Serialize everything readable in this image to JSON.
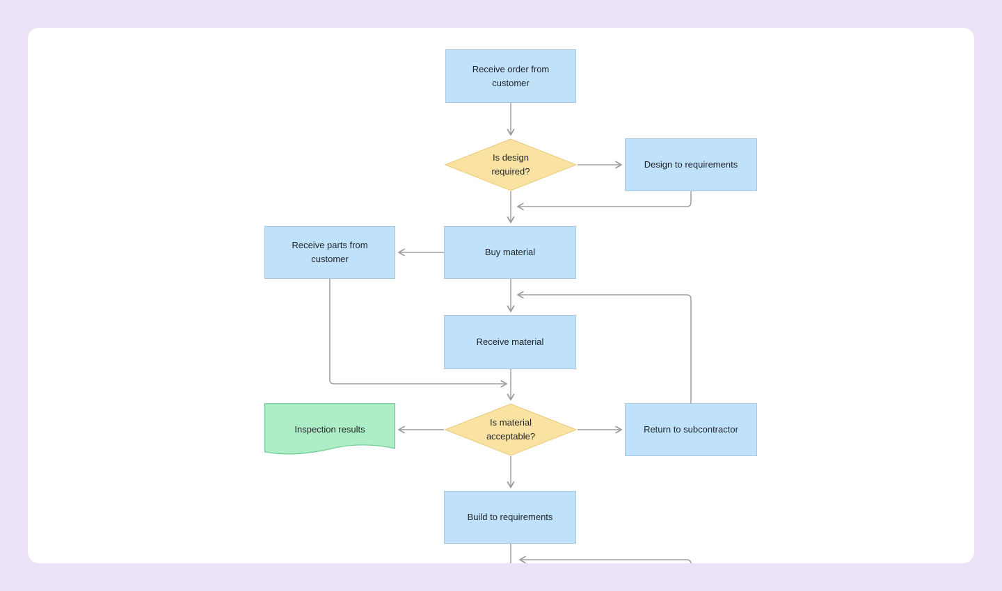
{
  "app": {
    "background_color": "#ede3f8",
    "canvas_color": "#ffffff"
  },
  "palette": {
    "process_fill": "#bfe1fa",
    "process_border": "#a5c9e4",
    "decision_fill": "#fae3a2",
    "decision_border": "#eccd81",
    "document_fill": "#aeeec6",
    "document_border": "#6fcb96",
    "connector": "#9e9e9e",
    "text": "#1e2228"
  },
  "diagram": {
    "nodes": [
      {
        "id": "receive-order",
        "type": "process",
        "label": "Receive order from customer"
      },
      {
        "id": "is-design-required",
        "type": "decision",
        "label": "Is design required?"
      },
      {
        "id": "design-to-requirements",
        "type": "process",
        "label": "Design to requirements"
      },
      {
        "id": "buy-material",
        "type": "process",
        "label": "Buy material"
      },
      {
        "id": "receive-parts",
        "type": "process",
        "label": "Receive parts from customer"
      },
      {
        "id": "receive-material",
        "type": "process",
        "label": "Receive material"
      },
      {
        "id": "inspection-results",
        "type": "document",
        "label": "Inspection results"
      },
      {
        "id": "is-material-acceptable",
        "type": "decision",
        "label": "Is material acceptable?"
      },
      {
        "id": "return-to-subcontractor",
        "type": "process",
        "label": "Return to subcontractor"
      },
      {
        "id": "build-to-requirements",
        "type": "process",
        "label": "Build to requirements"
      }
    ],
    "edges": [
      {
        "from": "receive-order",
        "to": "is-design-required"
      },
      {
        "from": "is-design-required",
        "to": "design-to-requirements"
      },
      {
        "from": "design-to-requirements",
        "to": "buy-material"
      },
      {
        "from": "is-design-required",
        "to": "buy-material"
      },
      {
        "from": "buy-material",
        "to": "receive-parts"
      },
      {
        "from": "buy-material",
        "to": "receive-material"
      },
      {
        "from": "return-to-subcontractor",
        "to": "receive-material"
      },
      {
        "from": "receive-parts",
        "to": "is-material-acceptable"
      },
      {
        "from": "receive-material",
        "to": "is-material-acceptable"
      },
      {
        "from": "is-material-acceptable",
        "to": "inspection-results"
      },
      {
        "from": "is-material-acceptable",
        "to": "return-to-subcontractor"
      },
      {
        "from": "is-material-acceptable",
        "to": "build-to-requirements"
      },
      {
        "from": "build-to-requirements",
        "to": "offscreen-bottom"
      },
      {
        "from": "offscreen-bottom",
        "to": "build-to-requirements-flow"
      }
    ]
  }
}
